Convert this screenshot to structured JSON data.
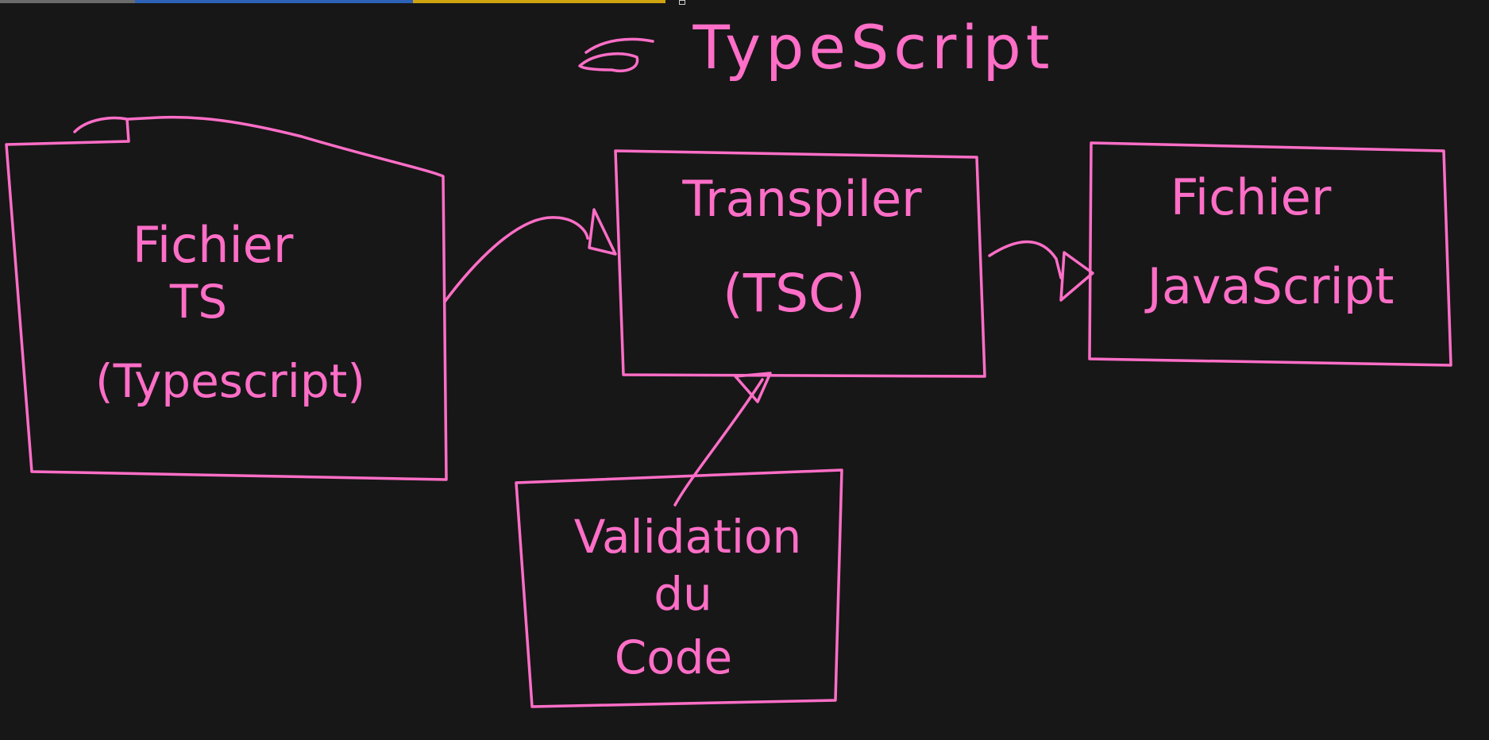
{
  "canvas": {
    "background": "#171717",
    "ink_color": "#ff6ec7"
  },
  "toolbar": {
    "colors": [
      "#6b6b6b",
      "#2e62b8",
      "#d0a410"
    ]
  },
  "diagram": {
    "title": "TypeScript",
    "nodes": {
      "ts_file": {
        "lines": [
          "Fichier",
          "TS",
          "(Typescript)"
        ]
      },
      "transpiler": {
        "lines": [
          "Transpiler",
          "(TSC)"
        ]
      },
      "js_file": {
        "lines": [
          "Fichier",
          "JavaScript"
        ]
      },
      "validation": {
        "lines": [
          "Validation",
          "du",
          "Code"
        ]
      }
    },
    "edges": [
      {
        "from": "ts_file",
        "to": "transpiler"
      },
      {
        "from": "transpiler",
        "to": "js_file"
      },
      {
        "from": "validation",
        "to": "transpiler"
      }
    ]
  }
}
